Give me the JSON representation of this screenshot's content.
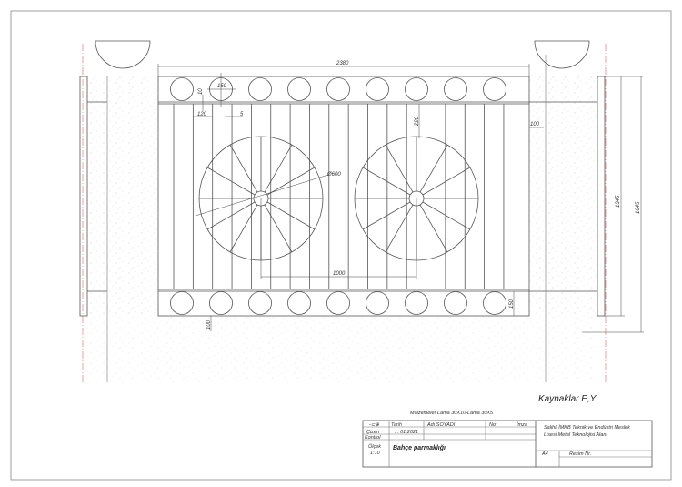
{
  "drawing": {
    "dimensions": {
      "overall_width": "2380",
      "ring_diameter": "150",
      "ring_gap": "10",
      "bar_spacing": "120",
      "bar_thickness": "5",
      "circle_top_gap": "220",
      "post_gap": "100",
      "big_circle_diameter": "Ø600",
      "circle_center_distance": "1000",
      "rail_height": "150",
      "ground_gap": "100",
      "gate_height": "1345",
      "total_height": "1645"
    },
    "top_rings": 9,
    "bottom_rings": 9,
    "vertical_bars": 18,
    "spokes_per_circle": 12
  },
  "header": {
    "welds": "Kaynaklar E,Y",
    "materials": "Malzemeler Lama 30X10-Lama 30X5"
  },
  "title_block": {
    "symbol": "-⊂⊕",
    "date_label": "Tarih",
    "name_label": "Adı SOYADI",
    "no_label": "No:",
    "signature_label": "İmza",
    "drawn_label": "Çizen",
    "drawn_date": ". . 01.2021",
    "checked_label": "Kontrol",
    "scale_label": "Ölçek",
    "scale_value": "1:10",
    "title": "Bahçe parmaklığı",
    "school_line1": "Salihli İMKB Teknik ve Endüstri Meslek",
    "school_line2": "Lisesi Metal Teknolojisi Alanı",
    "paper_size": "A4",
    "drawing_no_label": "Resim Nr."
  }
}
